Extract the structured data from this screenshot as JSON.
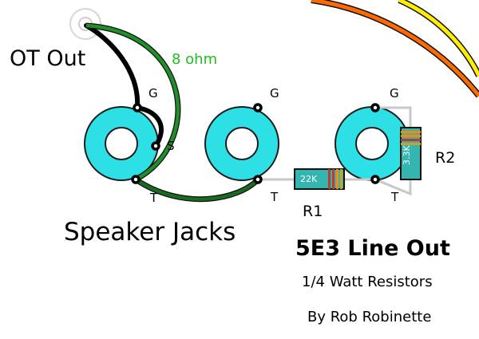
{
  "labels": {
    "ot_out": "OT Out",
    "wire_8ohm": "8 ohm",
    "speaker_jacks": "Speaker Jacks",
    "title": "5E3 Line Out",
    "subtitle": "1/4 Watt Resistors",
    "byline": "By Rob Robinette"
  },
  "jack1": {
    "g": "G",
    "s": "S",
    "t": "T"
  },
  "jack2": {
    "g": "G",
    "t": "T"
  },
  "jack3": {
    "g": "G",
    "t": "T"
  },
  "r1": {
    "name": "R1",
    "value": "22K"
  },
  "r2": {
    "name": "R2",
    "value": "3.3K"
  },
  "colors": {
    "jack": "#2de0e6",
    "wire_green": "#1f8f2a",
    "wire_dark_green": "#1a6b22",
    "wire_black": "#000000",
    "lead": "#c8c8c8",
    "resistor_body": "#35b5b0",
    "arc_orange": "#ff6a00",
    "arc_yellow": "#ffee00",
    "label_green": "#22bb22"
  }
}
